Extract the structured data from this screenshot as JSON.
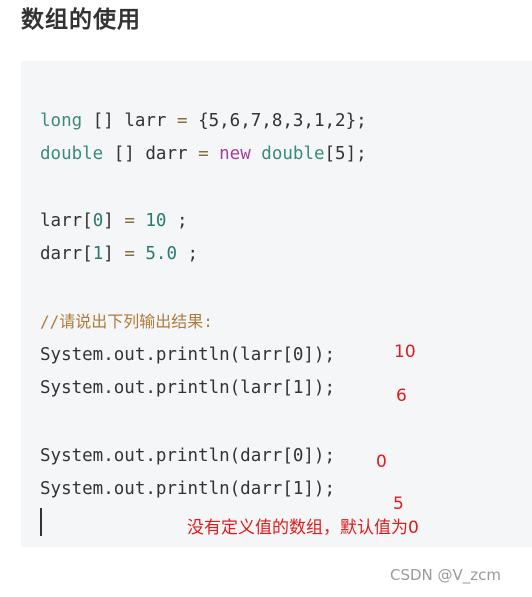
{
  "title": "数组的使用",
  "code": {
    "line1": {
      "kw": "long",
      "brackets": " [] ",
      "var": "larr",
      "eq": " = ",
      "rest": "{5,6,7,8,3,1,2};"
    },
    "line2": {
      "kw": "double",
      "brackets": " [] ",
      "var": "darr",
      "eq": " = ",
      "new": "new",
      "sp": " ",
      "kw2": "double",
      "rest": "[5];"
    },
    "line3": {
      "var": "larr[",
      "idx": "0",
      "close": "]",
      "eq": " = ",
      "val": "10",
      "end": " ;"
    },
    "line4": {
      "var": "darr[",
      "idx": "1",
      "close": "]",
      "eq": " = ",
      "val": "5.0",
      "end": " ;"
    },
    "comment": "//请说出下列输出结果:",
    "print1": "System.out.println(larr[0]);",
    "print2": "System.out.println(larr[1]);",
    "print3": "System.out.println(darr[0]);",
    "print4": "System.out.println(darr[1]);"
  },
  "annotations": {
    "a1": "10",
    "a2": "6",
    "a3": "0",
    "a4": "5",
    "note": "没有定义值的数组，默认值为0"
  },
  "watermark": "CSDN @V_zcm"
}
